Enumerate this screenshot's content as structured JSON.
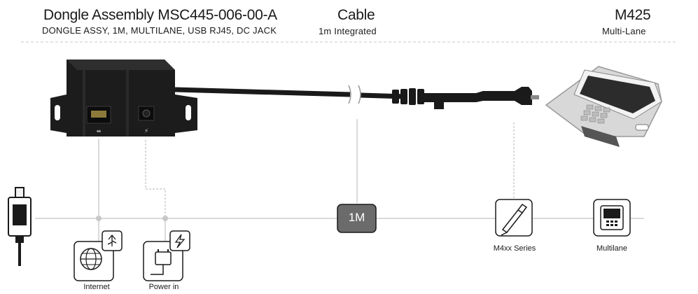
{
  "header": {
    "dongle_title": "Dongle Assembly MSC445-006-00-A",
    "dongle_subtitle": "DONGLE ASSY, 1M, MULTILANE, USB RJ45, DC JACK",
    "cable_title": "Cable",
    "cable_subtitle": "1m Integrated",
    "device_title": "M425",
    "device_subtitle": "Multi-Lane"
  },
  "diagram": {
    "cable_length_badge": "1M",
    "nodes": {
      "internet": "Internet",
      "power": "Power in",
      "series": "M4xx Series",
      "multilane": "Multilane"
    }
  },
  "colors": {
    "dongle_body": "#1c1c1c",
    "cable": "#1a1a1a",
    "badge_fill": "#6b6b6b",
    "guide_line": "#b5b5b5",
    "dot": "#c8c8c8"
  }
}
